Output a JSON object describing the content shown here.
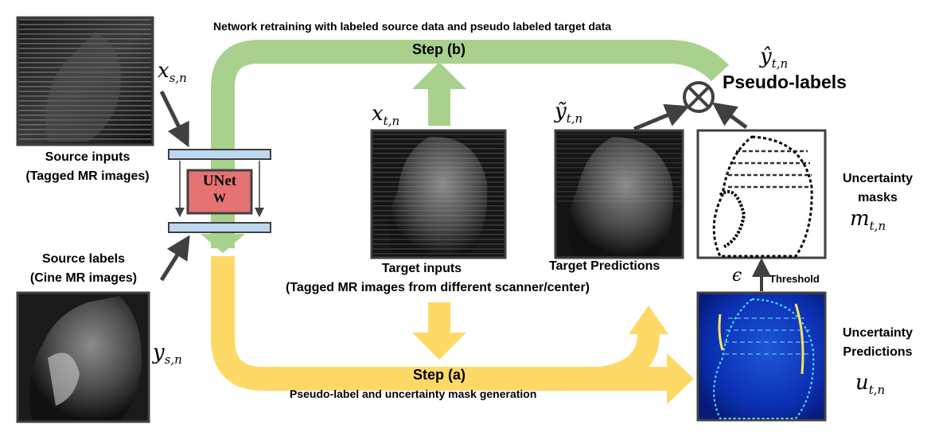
{
  "top_caption": "Network retraining with labeled source data and pseudo labeled target data",
  "step_b": "Step (b)",
  "step_a": "Step (a)",
  "step_a_caption": "Pseudo-label and uncertainty mask generation",
  "pseudo_labels": "Pseudo-labels",
  "unet": {
    "line1": "UNet",
    "line2": "W"
  },
  "source_inputs": {
    "line1": "Source inputs",
    "line2": "(Tagged MR images)"
  },
  "source_labels": {
    "line1": "Source labels",
    "line2": "(Cine MR images)"
  },
  "target_inputs": {
    "line1": "Target inputs",
    "line2": "(Tagged MR images from different scanner/center)"
  },
  "target_predictions": "Target Predictions",
  "uncertainty_masks": {
    "line1": "Uncertainty",
    "line2": "masks"
  },
  "uncertainty_predictions": {
    "line1": "Uncertainty",
    "line2": "Predictions"
  },
  "threshold": "Threshold",
  "math": {
    "x_s": "x",
    "x_s_sub": "s,n",
    "y_s": "y",
    "y_s_sub": "s,n",
    "x_t": "x",
    "x_t_sub": "t,n",
    "y_tilde": "ỹ",
    "y_tilde_sub": "t,n",
    "y_hat": "ŷ",
    "y_hat_sub": "t,n",
    "m_t": "m",
    "m_t_sub": "t,n",
    "u_t": "u",
    "u_t_sub": "t,n",
    "epsilon": "ϵ"
  },
  "colors": {
    "green_arrow": "#a9d18e",
    "yellow_arrow": "#ffd966",
    "unet_fill": "#e57373",
    "bar_fill": "#bdd7ee",
    "dark_arrow": "#404040",
    "frame": "#404040"
  }
}
